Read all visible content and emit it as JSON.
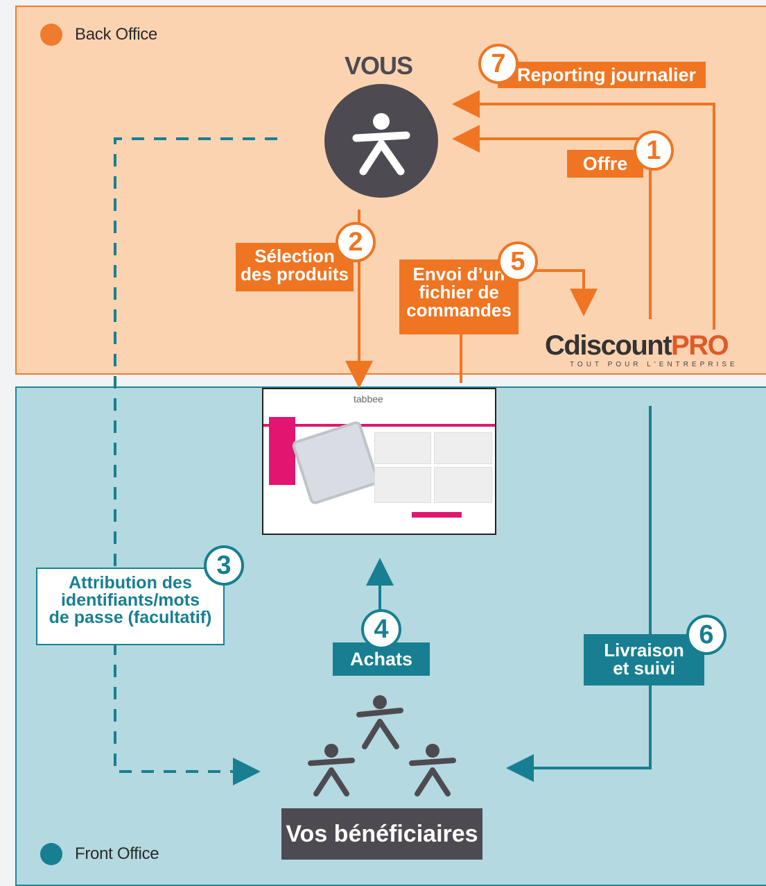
{
  "legend": {
    "back_office": "Back Office",
    "front_office": "Front Office"
  },
  "you_title": "VOUS",
  "beneficiaries": "Vos bénéficiaires",
  "steps": [
    {
      "number": "1",
      "label": "Offre"
    },
    {
      "number": "2",
      "label_line1": "Sélection",
      "label_line2": "des produits"
    },
    {
      "number": "3",
      "label_line1": "Attribution des",
      "label_line2": "identifiants/mots",
      "label_line3": "de passe (facultatif)"
    },
    {
      "number": "4",
      "label": "Achats"
    },
    {
      "number": "5",
      "label_line1": "Envoi d’un",
      "label_line2": "fichier de",
      "label_line3": "commandes"
    },
    {
      "number": "6",
      "label_line1": "Livraison",
      "label_line2": "et suivi"
    },
    {
      "number": "7",
      "label": "Reporting journalier"
    }
  ],
  "logo": {
    "name_part1": "Cdiscount",
    "name_part2": "PRO",
    "tagline": "TOUT POUR L'ENTREPRISE"
  },
  "screenshot": {
    "brand": "tabbee"
  },
  "colors": {
    "orange": "#ef7522",
    "teal": "#177f91",
    "back_bg": "#fcd3b1",
    "front_bg": "#b4d9e0",
    "person": "#4e4a52"
  }
}
